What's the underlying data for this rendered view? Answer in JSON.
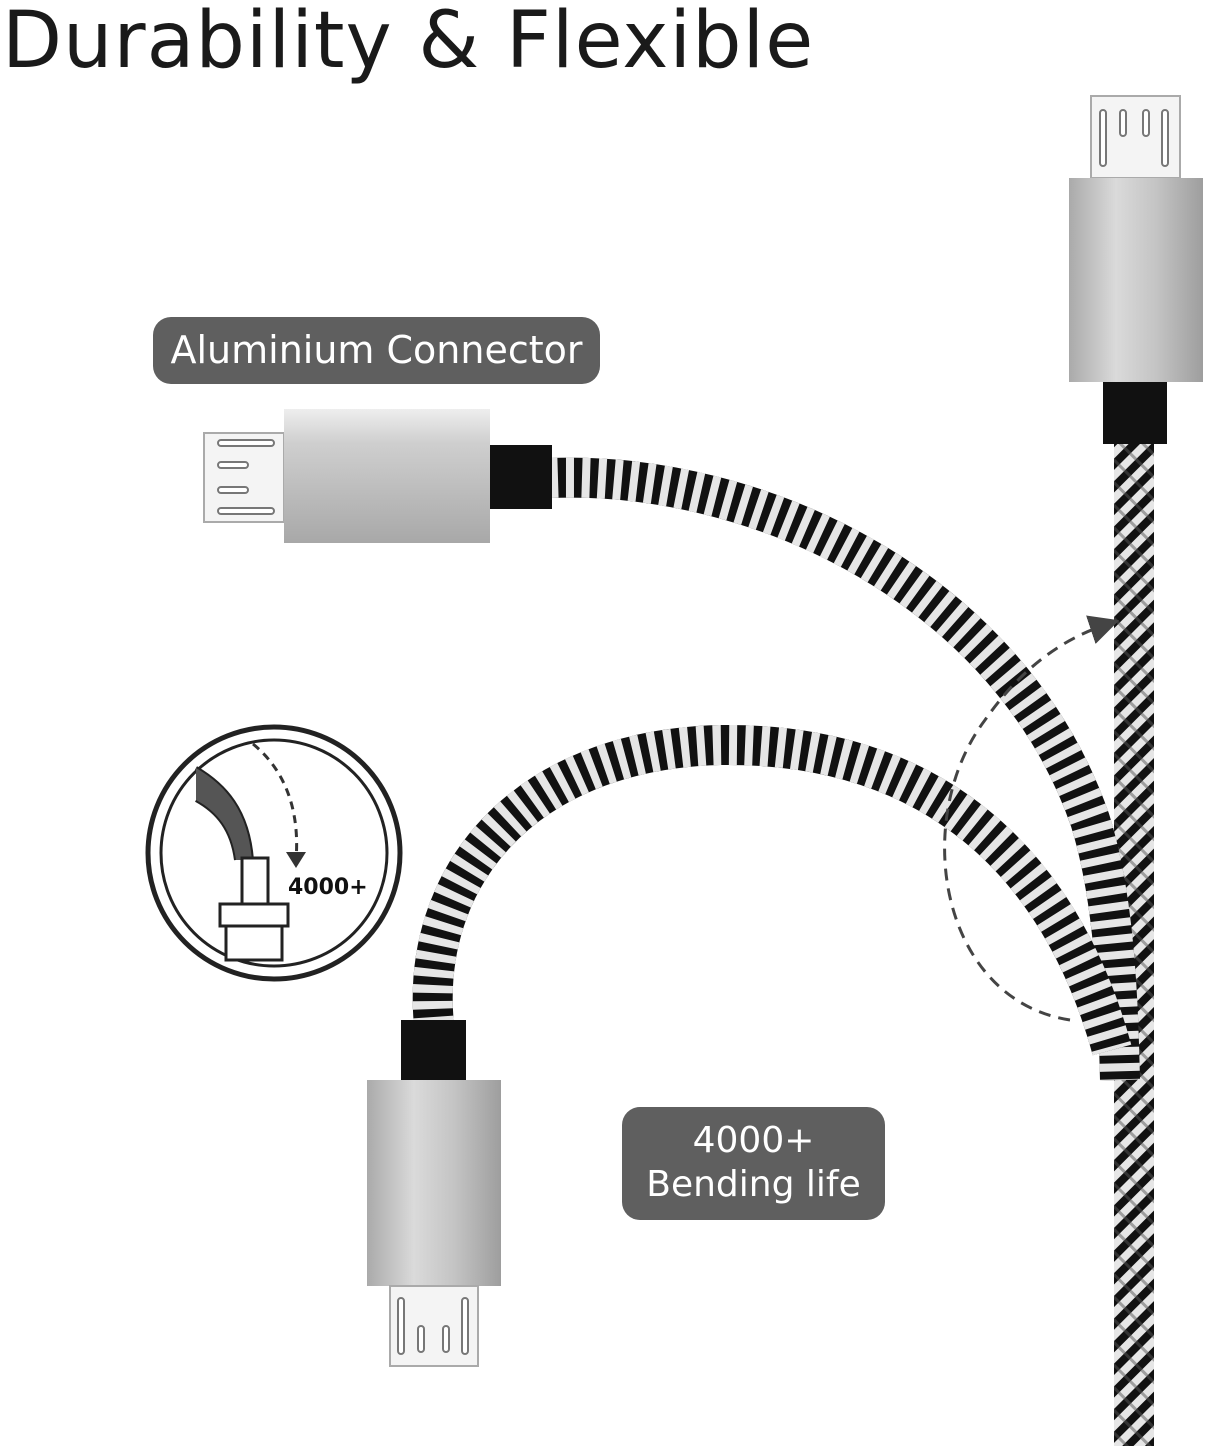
{
  "headline": "Durability & Flexible",
  "labels": {
    "connector": "Aluminium Connector",
    "bending_count": "4000+",
    "bending_text": "Bending life"
  },
  "badge": {
    "count": "4000+",
    "icon": "bend-cycle-icon"
  },
  "colors": {
    "label_bg": "#5f5f5f",
    "label_text": "#ffffff",
    "connector_metal": "#c9c9c9",
    "braid_dark": "#111111",
    "braid_light": "#e8e8e8"
  }
}
